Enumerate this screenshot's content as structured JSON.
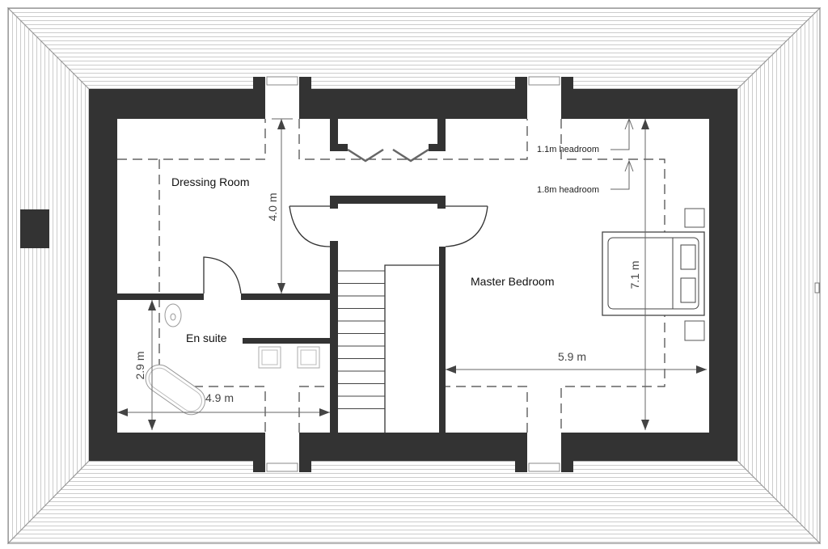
{
  "rooms": {
    "dressing_room": "Dressing Room",
    "en_suite": "En suite",
    "master_bedroom": "Master Bedroom"
  },
  "dimensions": {
    "dressing_height": "4.0 m",
    "bedroom_height": "7.1 m",
    "bedroom_width": "5.9 m",
    "ensuite_height": "2.9 m",
    "ensuite_width": "4.9 m"
  },
  "headroom": {
    "low": "1.1m headroom",
    "high": "1.8m headroom"
  },
  "colors": {
    "wall": "#333333",
    "background": "#ffffff",
    "roof_hatch": "#cccccc"
  }
}
